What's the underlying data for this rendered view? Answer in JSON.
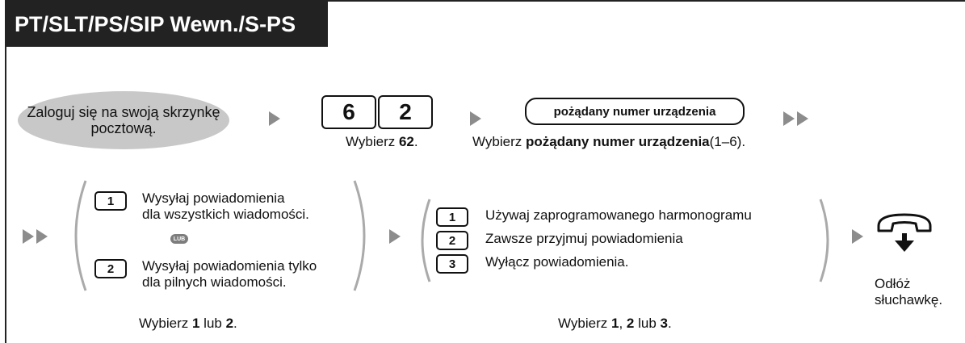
{
  "title": "PT/SLT/PS/SIP Wewn./S-PS",
  "step1": {
    "oval_text": "Zaloguj się na swoją skrzynkę pocztową."
  },
  "step2": {
    "keys": [
      "6",
      "2"
    ],
    "caption_prefix": "Wybierz ",
    "caption_bold": "62",
    "caption_suffix": "."
  },
  "step3": {
    "pill_text": "pożądany numer urządzenia",
    "caption_prefix": "Wybierz ",
    "caption_bold": "pożądany numer urządzenia",
    "caption_suffix": "(1–6)."
  },
  "group1": {
    "options": [
      {
        "key": "1",
        "line1": "Wysyłaj powiadomienia",
        "line2": "dla wszystkich wiadomości."
      },
      {
        "key": "2",
        "line1": "Wysyłaj powiadomienia tylko",
        "line2": "dla pilnych wiadomości."
      }
    ],
    "badge": "LUB",
    "caption": {
      "prefix": "Wybierz ",
      "b1": "1",
      "mid": " lub ",
      "b2": "2",
      "suffix": "."
    }
  },
  "group2": {
    "options": [
      {
        "key": "1",
        "label": "Używaj zaprogramowanego harmonogramu"
      },
      {
        "key": "2",
        "label": "Zawsze przyjmuj powiadomienia"
      },
      {
        "key": "3",
        "label": "Wyłącz powiadomienia."
      }
    ],
    "caption": {
      "prefix": "Wybierz ",
      "b1": "1",
      "sep": ", ",
      "b2": "2",
      "mid": " lub ",
      "b3": "3",
      "suffix": "."
    }
  },
  "hangup": {
    "line1": "Odłóż",
    "line2": "słuchawkę."
  },
  "colors": {
    "title_bg": "#222222",
    "oval_bg": "#c8c8c8",
    "arrow": "#8c8c8c"
  },
  "icons": [
    "arrow-right-icon",
    "double-arrow-right-icon",
    "handset-hangup-icon"
  ]
}
